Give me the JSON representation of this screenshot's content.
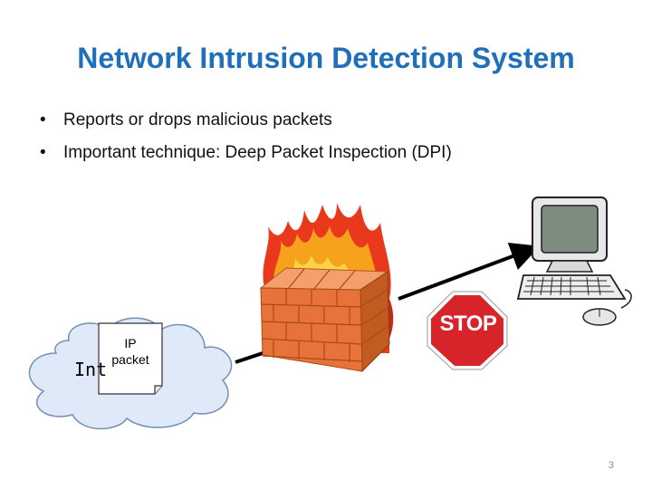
{
  "slide": {
    "title": "Network Intrusion Detection System",
    "bullets": [
      "Reports or drops malicious packets",
      "Important technique: Deep Packet Inspection (DPI)"
    ],
    "page_number": "3"
  },
  "diagram": {
    "cloud_label": "Int",
    "packet_label_line1": "IP",
    "packet_label_line2": "packet",
    "stop_sign_text": "STOP"
  },
  "colors": {
    "title": "#1f6fba",
    "brick": "#e8733a",
    "fire": "#e8391d",
    "stop_red": "#d7242a"
  },
  "icons": [
    "cloud-icon",
    "document-icon",
    "firewall-icon",
    "flame-icon",
    "stop-sign-icon",
    "computer-icon",
    "arrow-icon"
  ]
}
